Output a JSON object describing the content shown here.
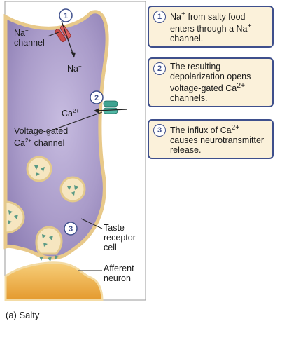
{
  "colors": {
    "cell_fill": "#a99bc9",
    "cell_border": "#e8c98a",
    "neuron_fill": "#efb24c",
    "step_box_fill": "#fbf1da",
    "step_box_border": "#3e4f8c",
    "channel_red": "#c94a4a",
    "channel_teal": "#3fa391",
    "vesicle_fill": "#f6e6c0",
    "transmitter": "#5a9a84"
  },
  "labels": {
    "na_channel": "Na+\nchannel",
    "na_ion": "Na+",
    "ca_ion": "Ca2+",
    "voltage_gated": "Voltage-gated\nCa2+ channel",
    "taste_cell": "Taste\nreceptor\ncell",
    "afferent": "Afferent\nneuron"
  },
  "markers": {
    "m1": "1",
    "m2": "2",
    "m3": "3"
  },
  "steps": [
    {
      "number": "1",
      "text": "Na+ from salty food\nenters through a Na+\nchannel."
    },
    {
      "number": "2",
      "text": "The resulting\ndepolarization opens\nvoltage-gated Ca2+\nchannels."
    },
    {
      "number": "3",
      "text": "The influx of Ca2+\ncauses neurotransmitter\nrelease."
    }
  ],
  "caption": "(a) Salty"
}
